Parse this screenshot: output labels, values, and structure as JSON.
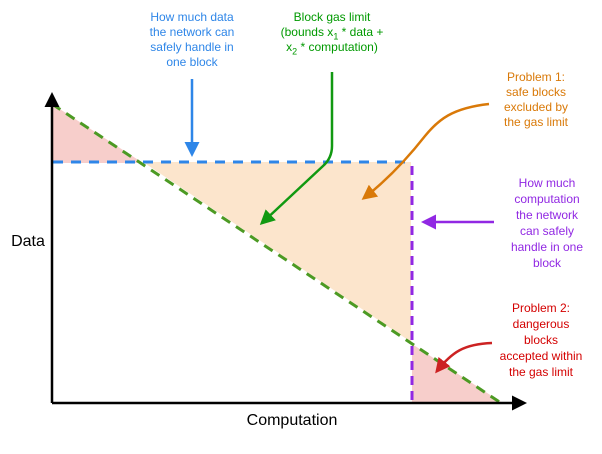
{
  "axes": {
    "y_label": "Data",
    "x_label": "Computation"
  },
  "labels": {
    "data_capacity": {
      "lines": [
        "How much data",
        "the network can",
        "safely handle in",
        "one block"
      ]
    },
    "gas_limit": {
      "line1": "Block gas limit",
      "line2": {
        "pre": "(bounds x",
        "sub": "1",
        "post": " * data +"
      },
      "line3": {
        "pre": "x",
        "sub": "2",
        "post": " * computation)"
      }
    },
    "problem1": {
      "lines": [
        "Problem 1:",
        "safe blocks",
        "excluded by",
        "the gas limit"
      ]
    },
    "computation_capacity": {
      "lines": [
        "How much",
        "computation",
        "the network",
        "can safely",
        "handle in one",
        "block"
      ]
    },
    "problem2": {
      "lines": [
        "Problem 2:",
        "dangerous",
        "blocks",
        "accepted within",
        "the gas limit"
      ]
    }
  },
  "colors": {
    "blue": "#2E86E8",
    "green_dash_line": "#4C9A23",
    "green_text": "#009900",
    "green_arrow": "#119911",
    "orange": "#D97908",
    "orange_fill": "#FCE5CC",
    "pink_fill": "#F7CECB",
    "purple": "#9128E3",
    "red_text": "#D40000",
    "red_arrow": "#CC2222",
    "axis": "#000000"
  }
}
